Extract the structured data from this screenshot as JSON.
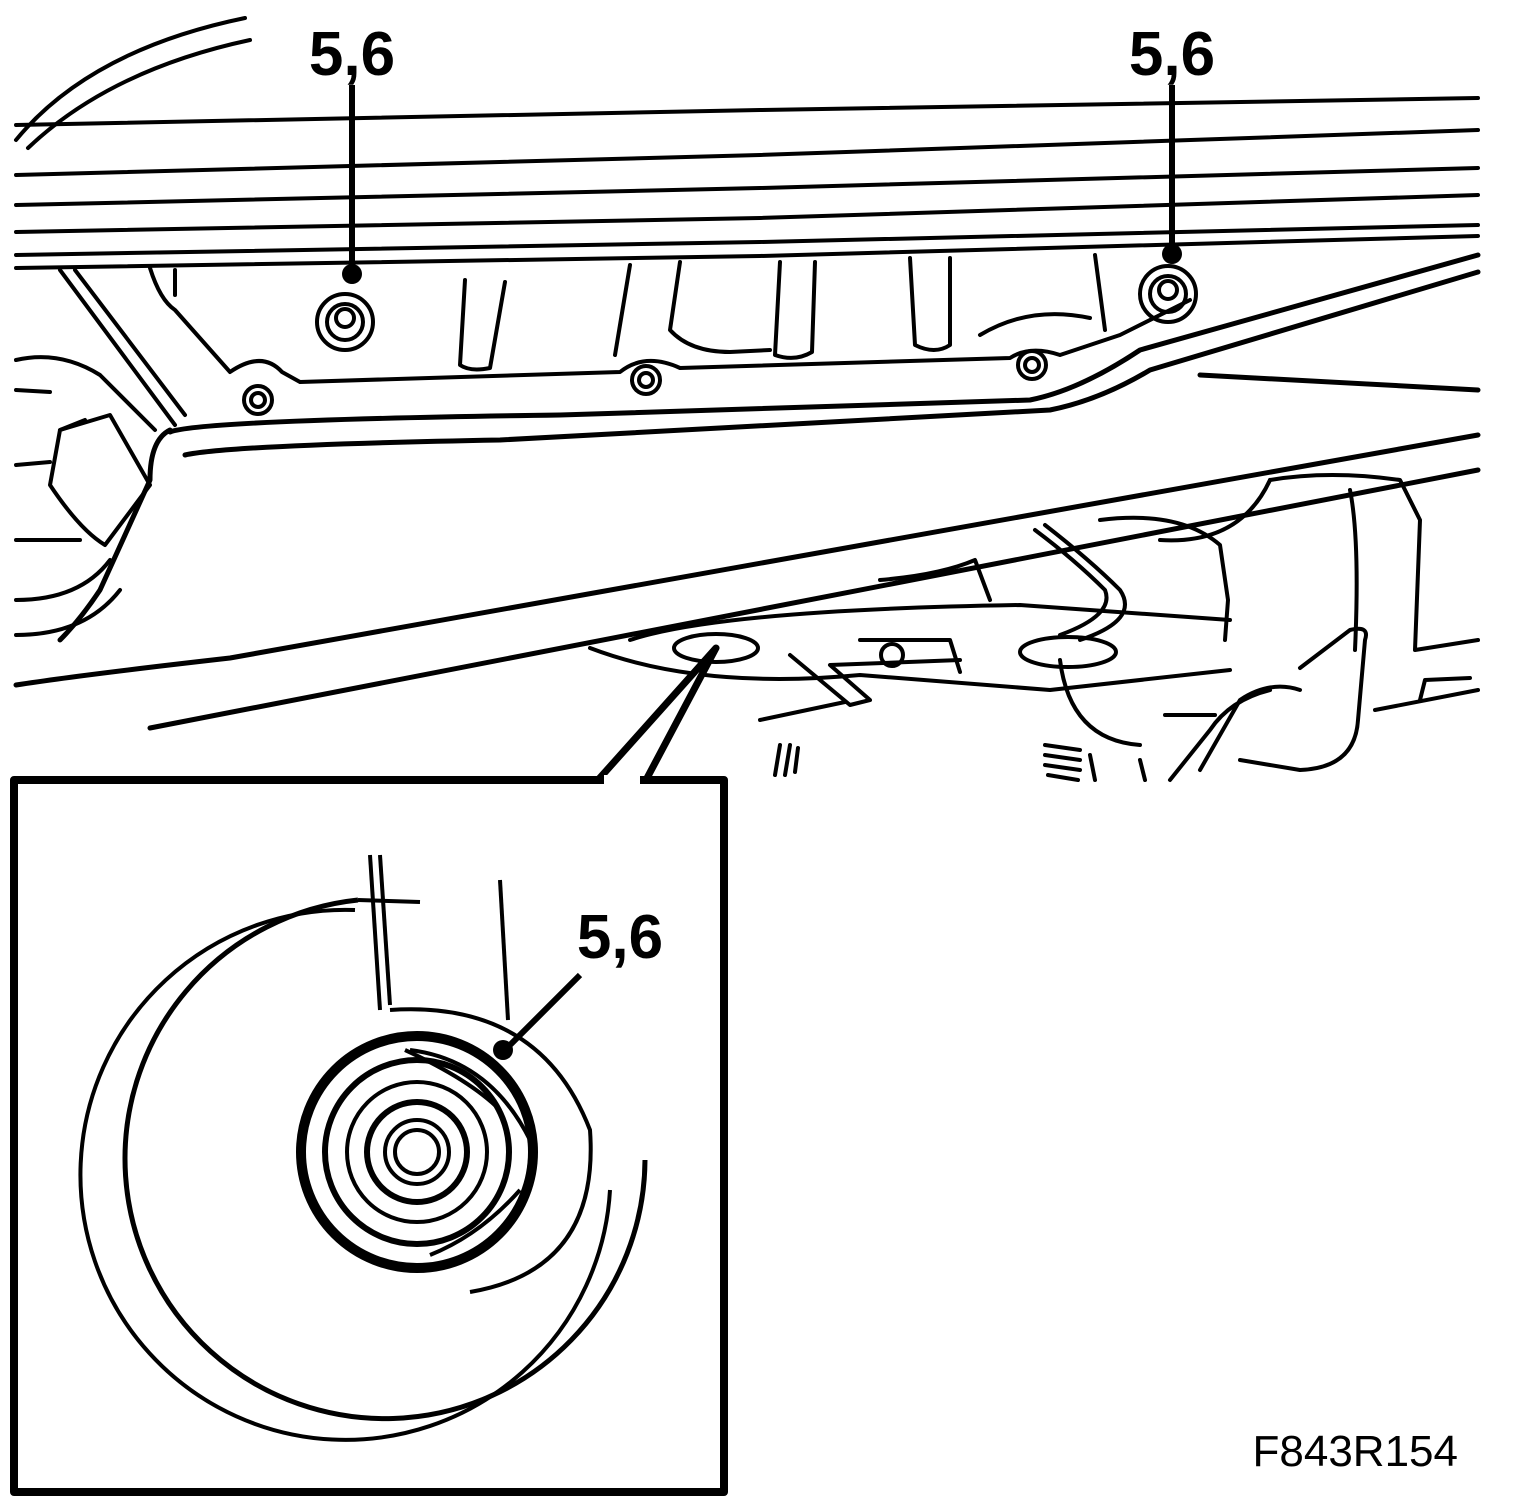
{
  "diagram": {
    "callouts": [
      {
        "id": "bolt-left",
        "label": "5,6"
      },
      {
        "id": "bolt-right",
        "label": "5,6"
      },
      {
        "id": "bolt-detail",
        "label": "5,6"
      }
    ],
    "figure_code": "F843R154",
    "colors": {
      "ink": "#000000",
      "paper": "#ffffff"
    }
  }
}
